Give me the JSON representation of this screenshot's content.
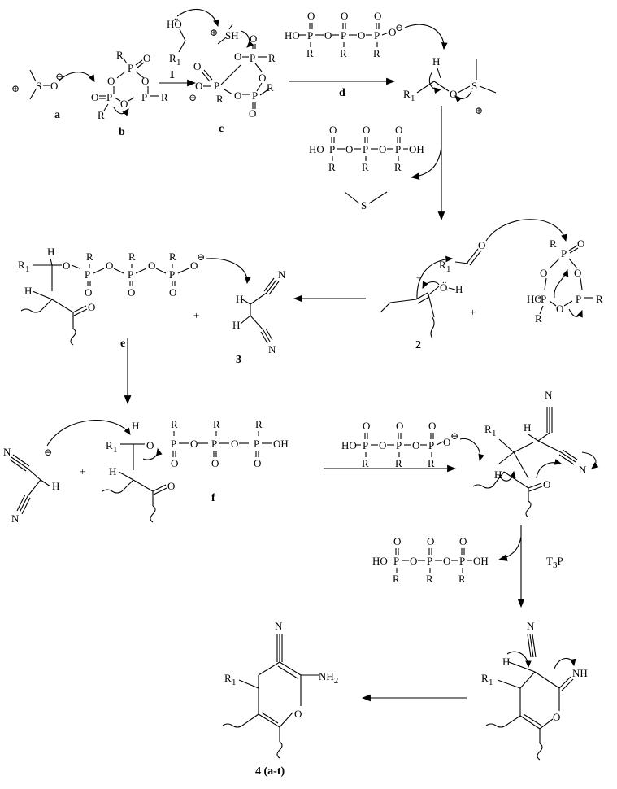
{
  "labels": {
    "a": "a",
    "b": "b",
    "c": "c",
    "d": "d",
    "e": "e",
    "f": "f",
    "step1": "1",
    "cmpd2": "2",
    "cmpd3": "3",
    "product": "4 (a-t)",
    "reagent_t3p": "T",
    "reagent_t3p_sub": "3",
    "reagent_t3p_p": "P"
  },
  "atoms": {
    "S": "S",
    "O": "O",
    "P": "P",
    "R": "R",
    "R1": "R",
    "one": "1",
    "H": "H",
    "N": "N",
    "HO": "HO",
    "OH": "OH",
    "SH": "SH",
    "NH2": "NH",
    "two": "2",
    "NH": "NH",
    "plus": "+",
    "minus": "⊖",
    "cation": "⊕"
  },
  "colors": {
    "ink": "#000000",
    "background": "#ffffff"
  }
}
